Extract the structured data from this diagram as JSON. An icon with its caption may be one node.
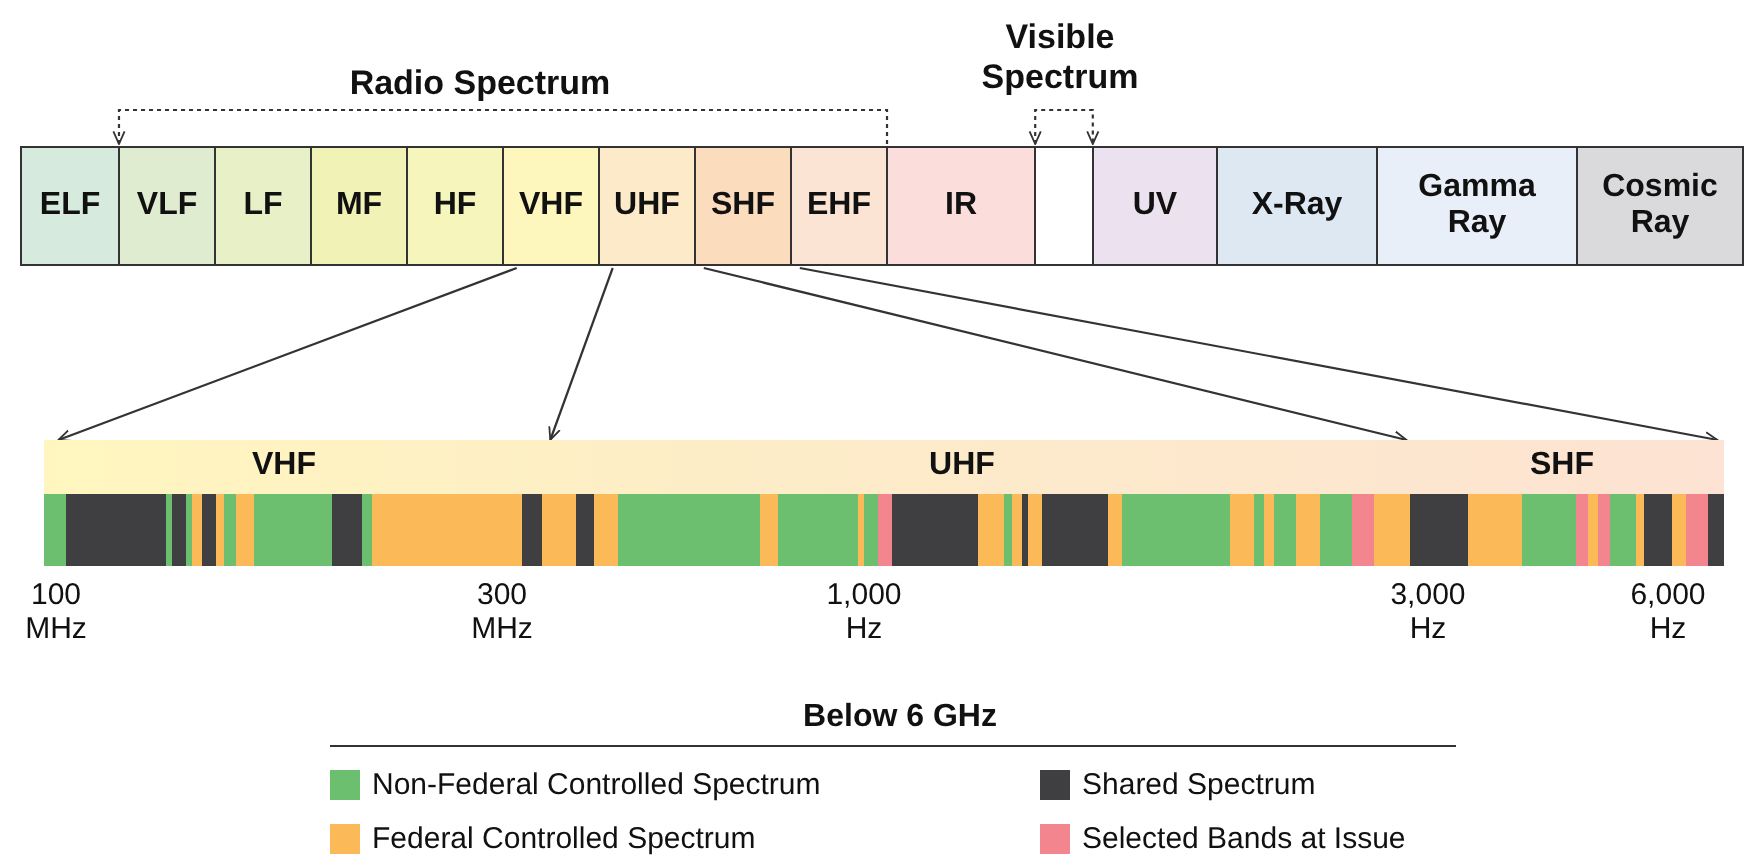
{
  "diagram": {
    "nodes": [
      {
        "text": [
          "ELF"
        ]
      },
      {
        "text": [
          "VLF"
        ]
      },
      {
        "text": [
          "LF"
        ]
      },
      {
        "text": [
          "MF"
        ]
      },
      {
        "text": [
          "HF"
        ]
      },
      {
        "text": [
          "VHF"
        ]
      },
      {
        "text": [
          "UHF"
        ]
      },
      {
        "text": [
          "SHF"
        ]
      },
      {
        "text": [
          "EHF"
        ]
      },
      {
        "text": [
          "IR"
        ]
      },
      {
        "text": [],
        "shape": "box"
      },
      {
        "text": [
          "UV"
        ]
      },
      {
        "text": [
          "X-Ray"
        ]
      },
      {
        "text": [
          "Gamma Ray"
        ]
      },
      {
        "text": [
          "Cosmic Ray"
        ]
      },
      {
        "text": [
          "VHF"
        ]
      },
      {
        "text": [
          "UHF"
        ]
      },
      {
        "text": [
          "SHF"
        ]
      }
    ],
    "edges": [
      {
        "from": 5,
        "to": 15,
        "arrow": "to"
      },
      {
        "from": 6,
        "to": 16,
        "arrow": "to"
      },
      {
        "from": 7,
        "to": 17,
        "arrow": "to"
      },
      {
        "from": 8,
        "to": 17,
        "arrow": "to"
      },
      {
        "from": 8,
        "to": 1,
        "arrow": "to",
        "style": "dashed"
      },
      {
        "from": 10,
        "to": 10,
        "arrow": "both",
        "style": "dashed"
      }
    ],
    "labels": [
      "Radio Spectrum",
      "Visible Spectrum",
      "100 MHz",
      "300 MHz",
      "1,000 Hz",
      "3,000 Hz",
      "6,000 Hz",
      "Below 6 GHz"
    ],
    "legend": [
      {
        "text": "Non-Federal Controlled Spectrum",
        "color": "#6bbf6f"
      },
      {
        "text": "Federal Controlled Spectrum",
        "color": "#fbb957"
      },
      {
        "text": "Shared Spectrum",
        "color": "#3f3f41"
      },
      {
        "text": "Selected Bands at Issue",
        "color": "#f3858f"
      }
    ]
  }
}
